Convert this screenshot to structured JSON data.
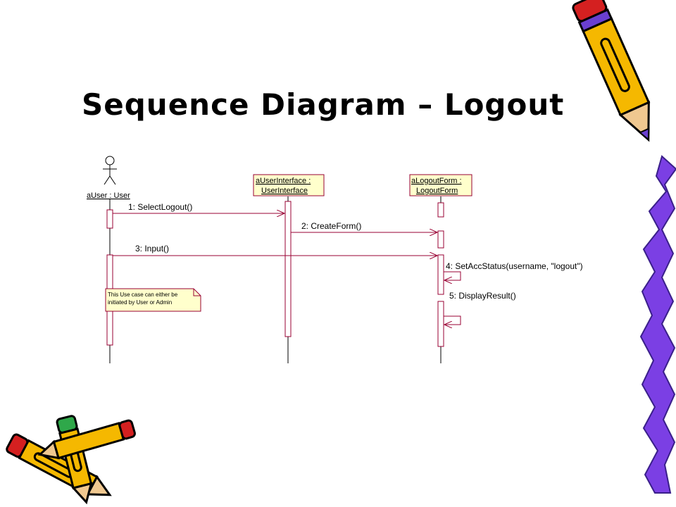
{
  "slide": {
    "title": "Sequence Diagram – Logout"
  },
  "diagram": {
    "actor": {
      "label": "aUser : User"
    },
    "objects": [
      {
        "line1": "aUserInterface :",
        "line2": "UserInterface"
      },
      {
        "line1": "aLogoutForm :",
        "line2": "LogoutForm"
      }
    ],
    "messages": [
      {
        "label": "1: SelectLogout()"
      },
      {
        "label": "2: CreateForm()"
      },
      {
        "label": "3: Input()"
      },
      {
        "label": "4: SetAccStatus(username, \"logout\")"
      },
      {
        "label": "5: DisplayResult()"
      }
    ],
    "note": {
      "line1": "This Use case can either be",
      "line2": "initiated by User or Admin"
    }
  },
  "colors": {
    "lifeline_box_fill": "#ffffcc",
    "activation_border": "#990033",
    "object_border": "#990033",
    "pencil_yellow": "#f5b800",
    "pencil_red": "#d42020",
    "pencil_purple": "#6a3fcf",
    "vine_purple": "#7b3fe4"
  }
}
